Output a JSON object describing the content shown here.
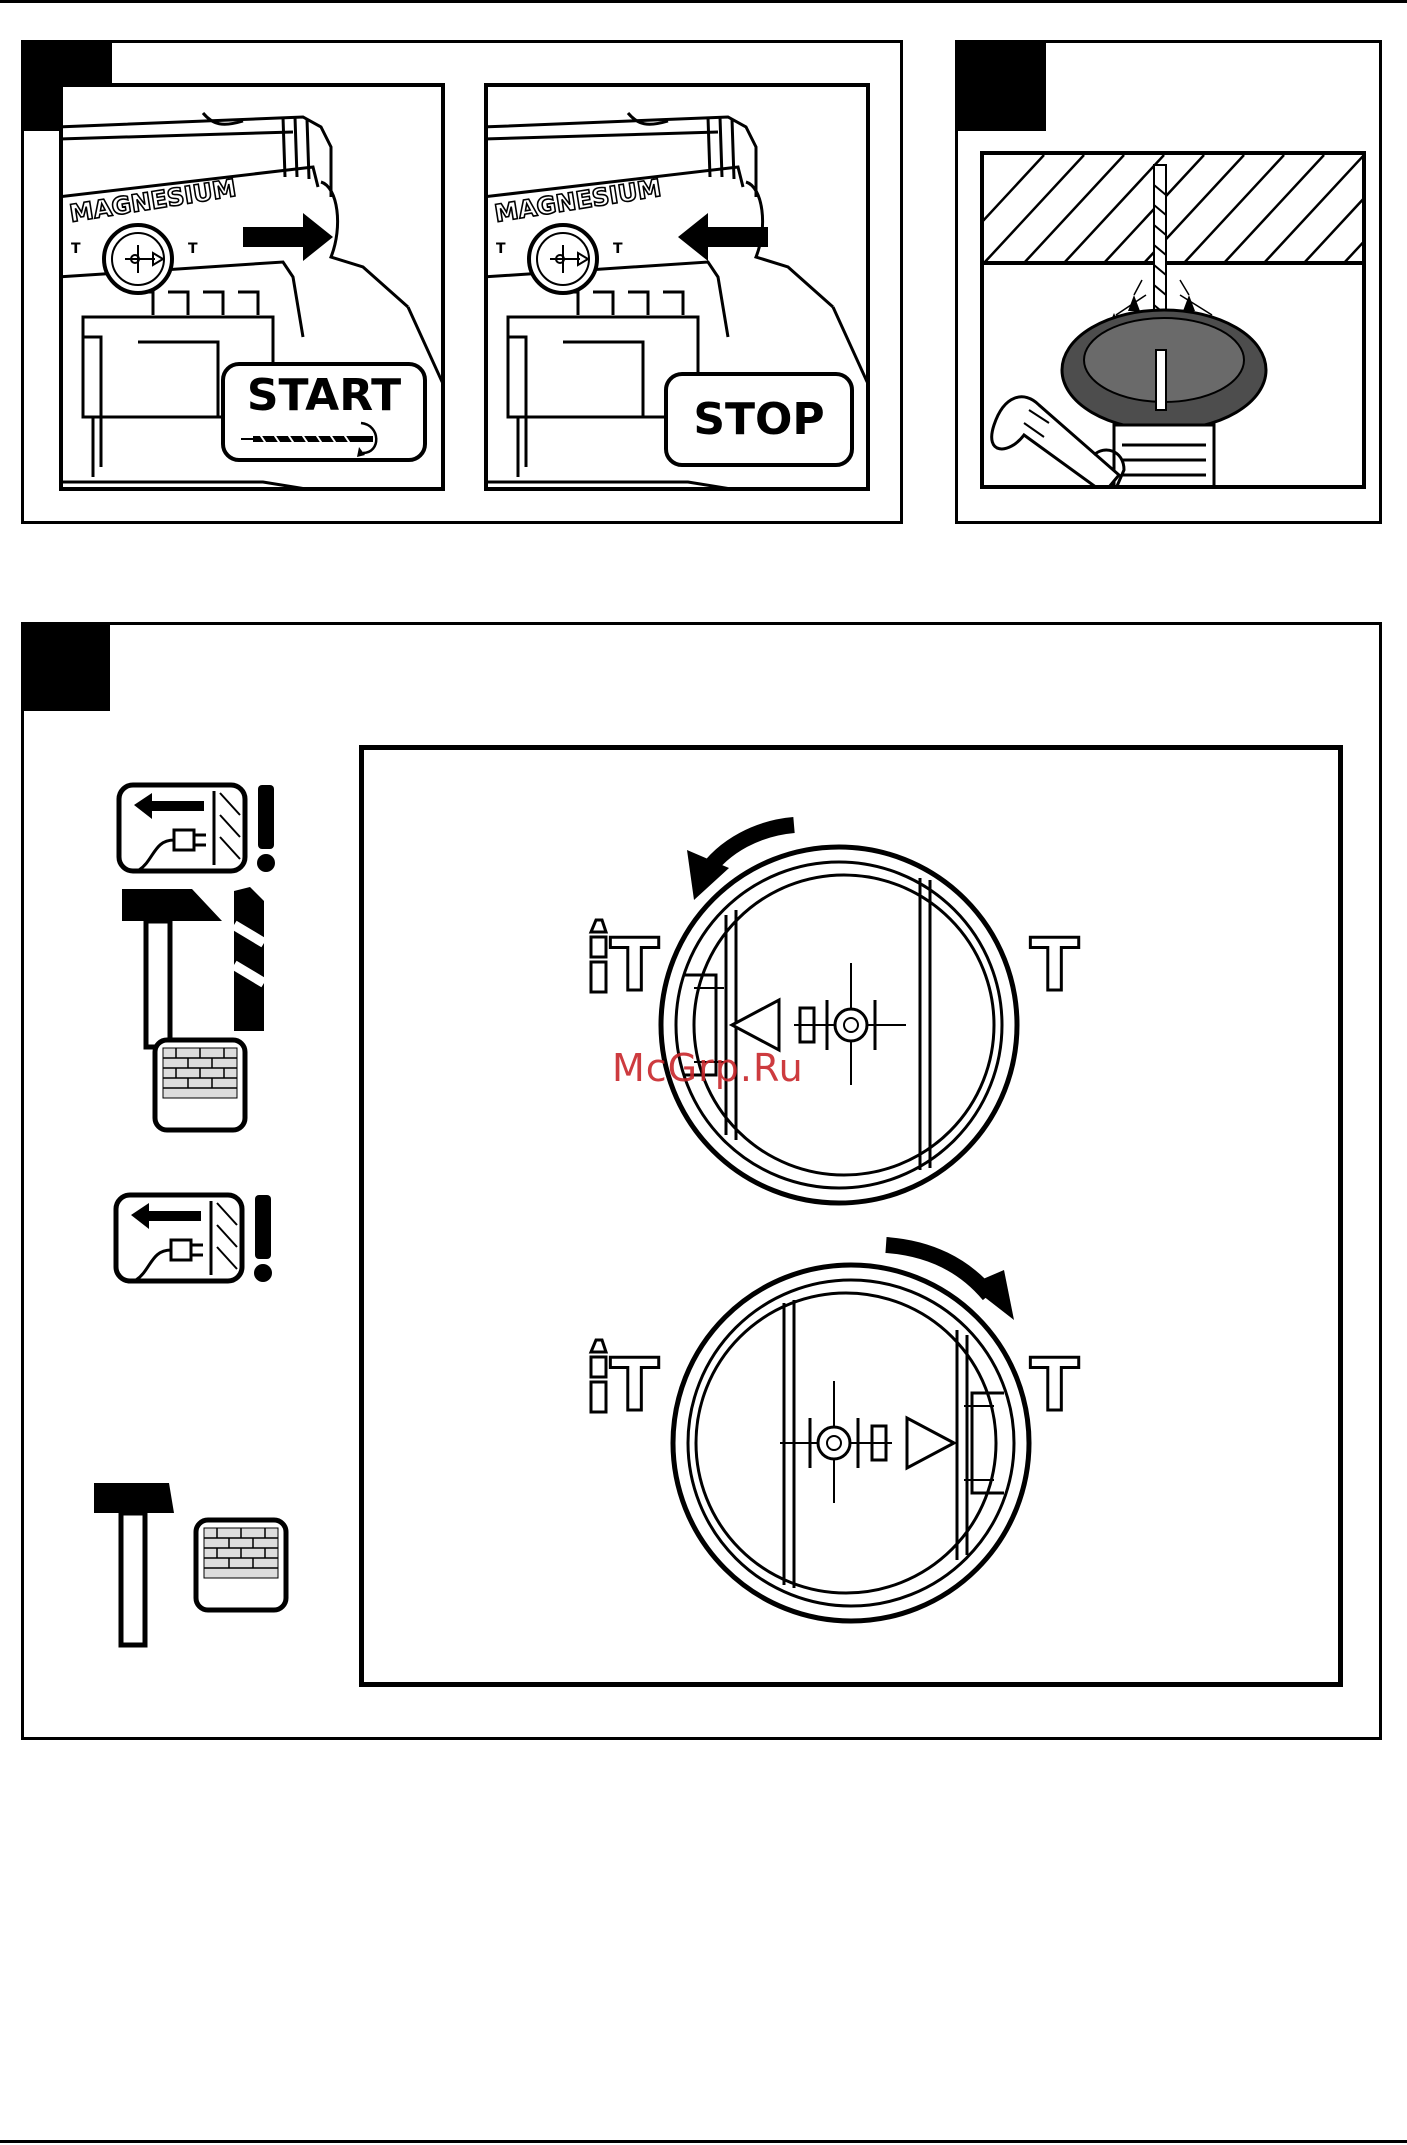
{
  "figures": {
    "start_stop": {
      "start_badge": "START",
      "stop_badge": "STOP",
      "brand_text": "MAGNESIUM",
      "mode_hammer_label": "T",
      "mode_rotary_label": "T"
    },
    "dust_collector": {},
    "mode_switch": {
      "symbol_left": "T",
      "symbol_right": "T"
    }
  },
  "watermark": "McGrp.Ru",
  "colors": {
    "ink": "#000000",
    "paper": "#ffffff",
    "watermark": "#c8262b",
    "cup_fill": "#4d4d4d",
    "cup_inner": "#6a6a6a"
  }
}
